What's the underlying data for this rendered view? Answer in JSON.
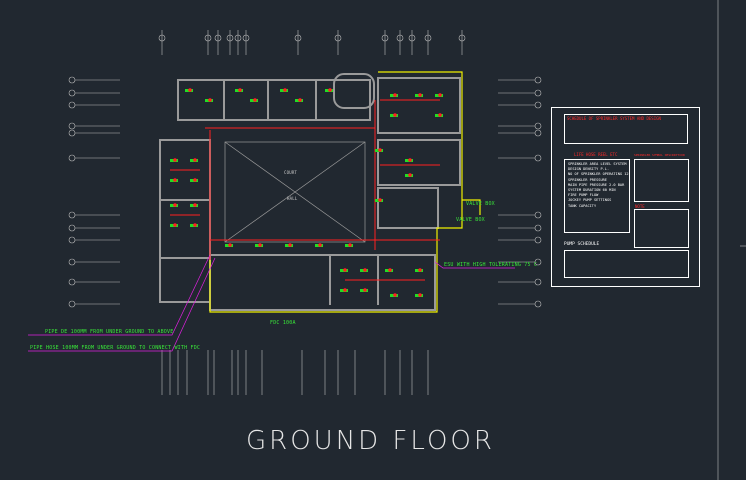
{
  "drawing_title": "GROUND FLOOR",
  "annotations": {
    "valve_box_1": "VALVE BOX",
    "valve_box_2": "VALVE BOX",
    "esu_note": "ESU WITH HIGH TOLERATING 75 C",
    "fdc": "FDC 100A",
    "pipe_note_1": "PIPE DE 100MM FROM UNDER GROUND TO ABOVE",
    "pipe_note_2": "PIPE HOSE 100MM FROM UNDER GROUND TO CONNECT WITH FDC",
    "room_courtyard": "COURT",
    "room_hall": "HALL"
  },
  "legend": {
    "schedule_title": "SCHEDULE OF SPRINKLER SYSTEM AND DESIGN",
    "general_notes_title": "LIFE HOSE REEL ETC",
    "general_notes": [
      "SPRINKLER AREA LEVEL SYSTEM",
      "DESIGN DENSITY P.L.",
      "NO OF SPRINKLER OPERATING 12",
      "SPRINKLER PRESSURE",
      "MAIN PIPE PRESSURE 2.0 BAR",
      "SYSTEM DURATION 60 MIN",
      "FIRE PUMP FLOW",
      "JOCKEY PUMP SETTINGS",
      "TANK CAPACITY"
    ],
    "symbols_title": "SPRINKLER SYMBOL DESCRIPTION",
    "notes_title": "NOTE",
    "pump_schedule_title": "PUMP SCHEDULE"
  },
  "colors": {
    "background": "#212830",
    "sprinkler": "#ff2020",
    "pipe": "#22dd22",
    "wall": "#9a9a9a",
    "outline": "#f0f000",
    "note_leader": "#e020e0"
  }
}
